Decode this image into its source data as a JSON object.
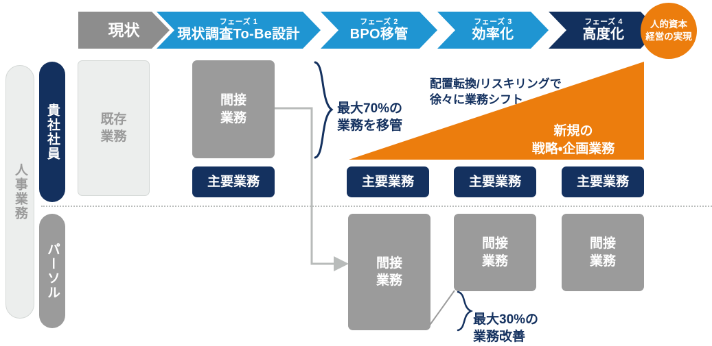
{
  "colors": {
    "navy": "#14315f",
    "blue": "#1f95d2",
    "gray": "#9b9b9b",
    "gray_dark": "#8d8d8d",
    "light": "#eceeed",
    "orange": "#ec7d0d",
    "white": "#ffffff"
  },
  "rail": {
    "outer_label": "人事業務",
    "rows": [
      {
        "label": "貴社社員",
        "style": "navy"
      },
      {
        "label": "パーソル",
        "style": "gray"
      }
    ]
  },
  "phases": [
    {
      "sub": "",
      "main": "現状",
      "style": "gray",
      "shape": "first"
    },
    {
      "sub": "フェーズ 1",
      "main": "現状調査To-Be設計",
      "style": "blue",
      "shape": "mid"
    },
    {
      "sub": "フェーズ 2",
      "main": "BPO移管",
      "style": "blue",
      "shape": "mid"
    },
    {
      "sub": "フェーズ 3",
      "main": "効率化",
      "style": "blue",
      "shape": "mid"
    },
    {
      "sub": "フェーズ 4",
      "main": "高度化",
      "style": "navy",
      "shape": "mid"
    }
  ],
  "goal": {
    "line1": "人的資本",
    "line2": "経営の実現"
  },
  "boxes": {
    "existing": "既存\n業務",
    "indirect": "間接\n業務",
    "primary": "主要業務"
  },
  "top_row": {
    "existing_label": "既存\n業務",
    "current_indirect": "間接\n業務",
    "primary_labels": [
      "主要業務",
      "主要業務",
      "主要業務",
      "主要業務"
    ]
  },
  "bottom_row": {
    "indirect_labels": [
      "間接\n業務",
      "間接\n業務",
      "間接\n業務"
    ]
  },
  "annotations": {
    "transfer": "最大70%の\n業務を移管",
    "shift": "配置転換/リスキリングで\n徐々に業務シフト",
    "triangle": "新規の\n戦略・企画業務",
    "improve": "最大30%の\n業務改善"
  }
}
